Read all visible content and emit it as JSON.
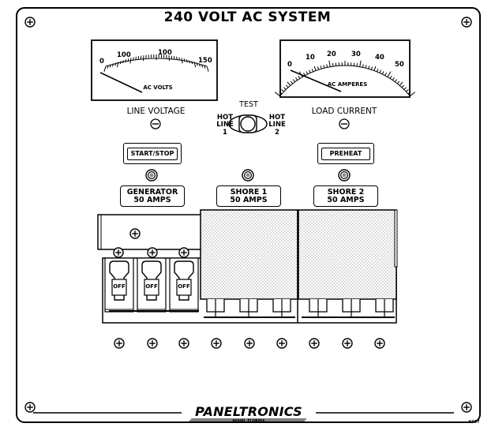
{
  "panel": {
    "title": "240 VOLT AC SYSTEM",
    "brand": "PANELTRONICS",
    "brand_city": "MIAMI, FLORIDA",
    "part_number": "9307"
  },
  "meters": {
    "volts": {
      "scale_label": "AC VOLTS",
      "ticks": [
        "0",
        "100",
        "100",
        "150"
      ],
      "caption": "LINE VOLTAGE"
    },
    "amps": {
      "scale_label": "AC AMPERES",
      "ticks": [
        "0",
        "10",
        "20",
        "30",
        "40",
        "50"
      ],
      "caption": "LOAD CURRENT"
    }
  },
  "selector": {
    "test_label": "TEST",
    "left_label": [
      "HOT",
      "LINE",
      "1"
    ],
    "right_label": [
      "HOT",
      "LINE",
      "2"
    ]
  },
  "buttons": {
    "start_stop": "START/STOP",
    "preheat": "PREHEAT"
  },
  "sources": {
    "generator": [
      "GENERATOR",
      "50 AMPS"
    ],
    "shore1": [
      "SHORE 1",
      "50 AMPS"
    ],
    "shore2": [
      "SHORE 2",
      "50 AMPS"
    ]
  },
  "breakers": {
    "state_label": "OFF"
  }
}
